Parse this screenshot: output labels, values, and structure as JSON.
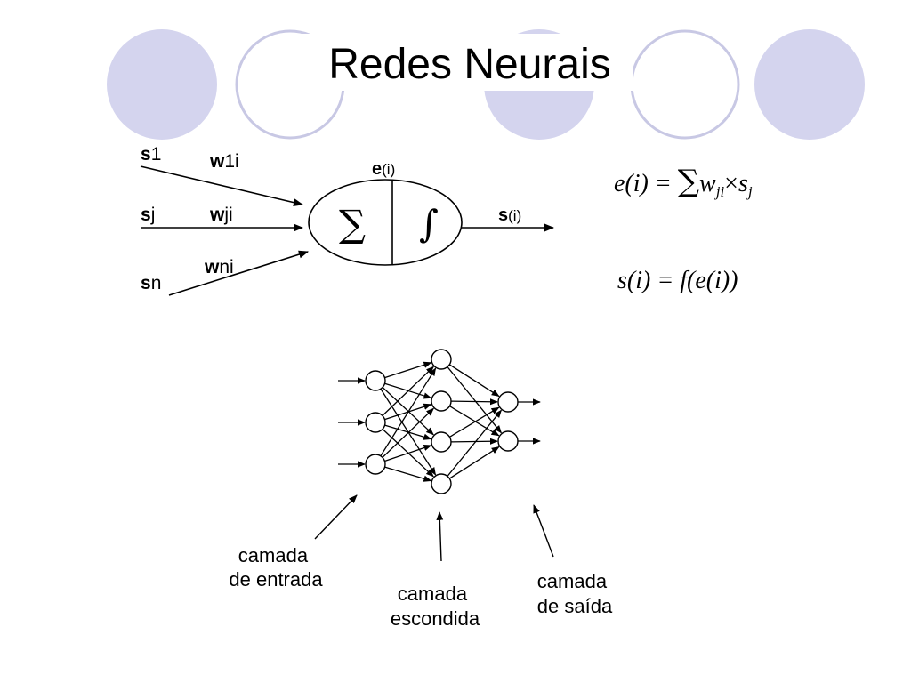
{
  "slide": {
    "title": "Redes Neurais"
  },
  "neuron": {
    "inputs": [
      {
        "var": "s",
        "idx": "1"
      },
      {
        "var": "s",
        "idx": "j"
      },
      {
        "var": "s",
        "idx": "n"
      }
    ],
    "weights": [
      {
        "var": "w",
        "idx": "1i"
      },
      {
        "var": "w",
        "idx": "ji"
      },
      {
        "var": "w",
        "idx": "ni"
      }
    ],
    "activation_label": {
      "var": "e",
      "idx": "(i)"
    },
    "output_label": {
      "var": "s",
      "idx": "(i)"
    },
    "sum_symbol": "∑",
    "integral_symbol": "∫"
  },
  "equations": {
    "eq1": {
      "lhs": "e(i) =",
      "sum": "∑",
      "w": "w",
      "w_sub": "ji",
      "times": "×",
      "s": "s",
      "s_sub": "j"
    },
    "eq2": "s(i) = f(e(i))"
  },
  "network": {
    "layers": [
      3,
      4,
      2
    ],
    "captions": {
      "input": [
        "camada",
        "de entrada"
      ],
      "hidden": [
        "camada",
        "escondida"
      ],
      "output": [
        "camada",
        "de saída"
      ]
    }
  },
  "colors": {
    "circle_fill": "#d4d4ee",
    "circle_outline": "#c8c8e4",
    "ink": "#000000"
  }
}
